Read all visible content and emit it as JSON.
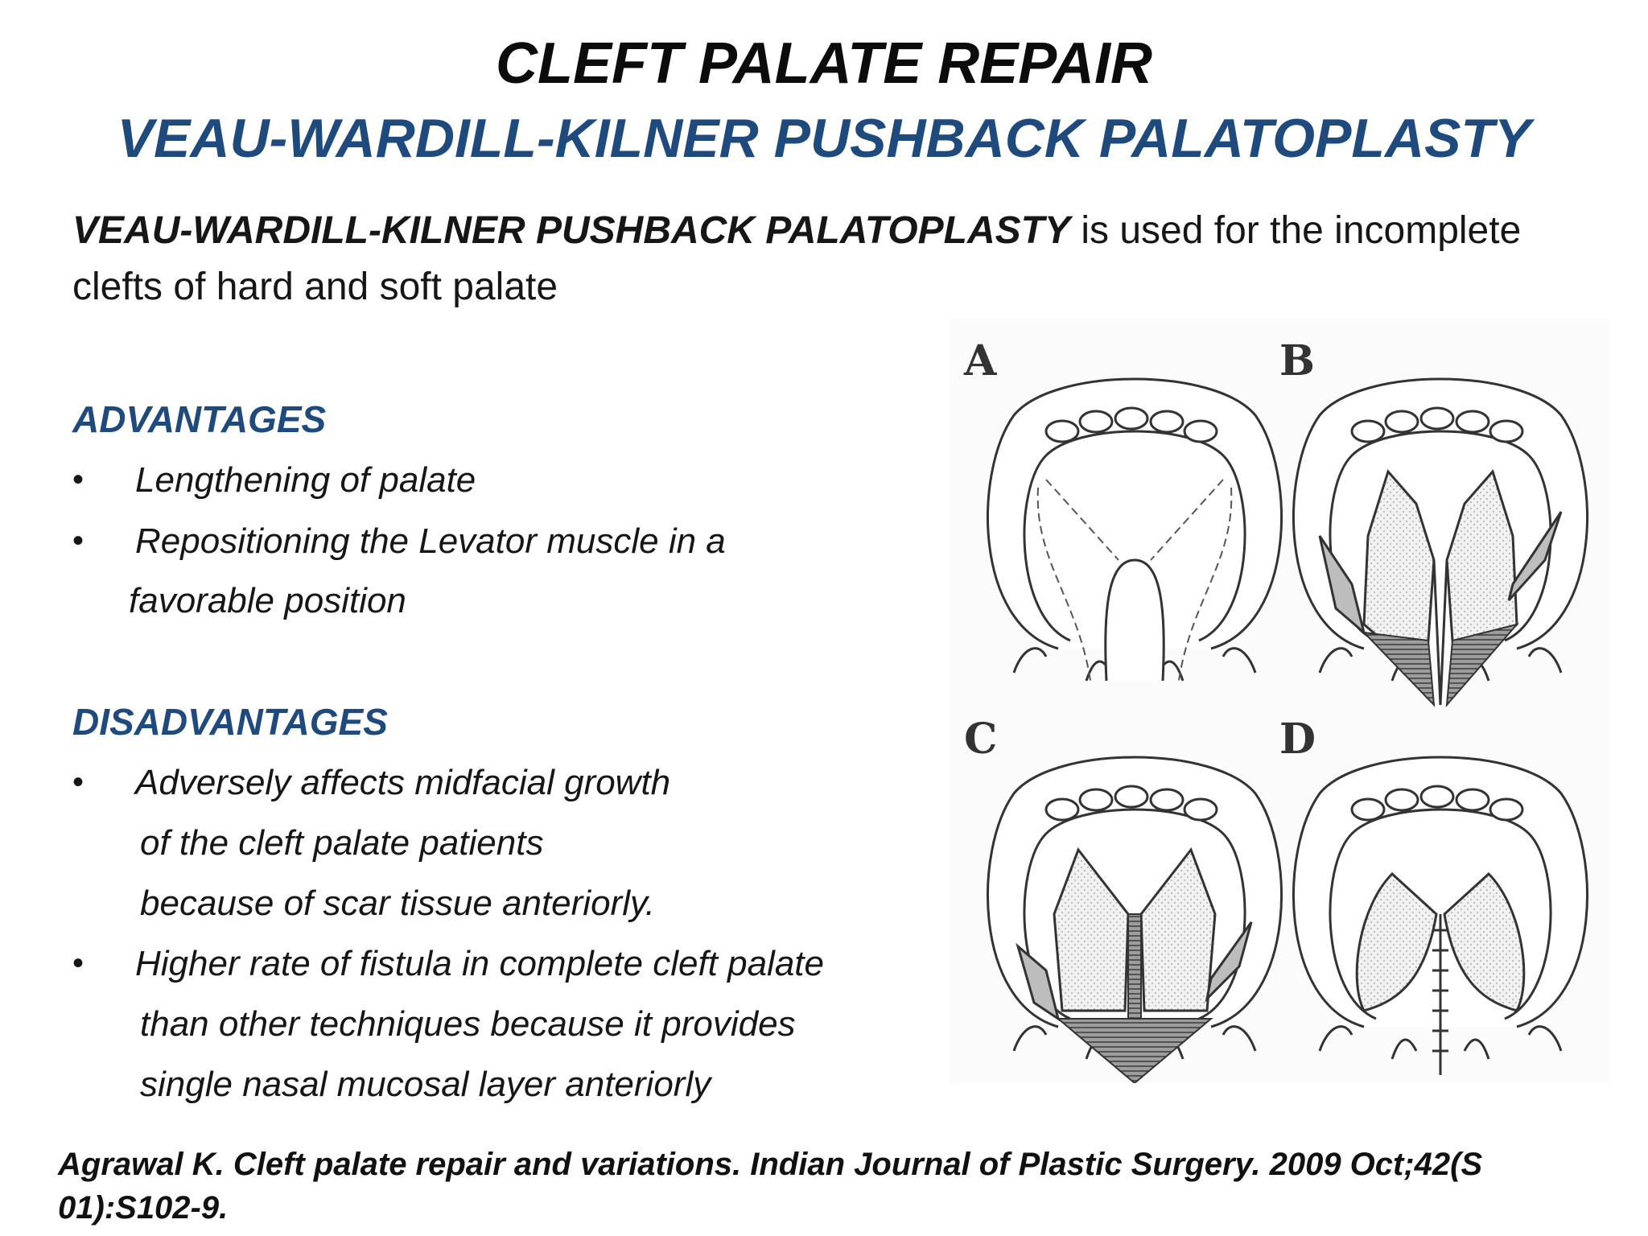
{
  "slide": {
    "title": "CLEFT PALATE REPAIR",
    "subtitle": "VEAU-WARDILL-KILNER PUSHBACK PALATOPLASTY",
    "intro": {
      "technique": "VEAU-WARDILL-KILNER PUSHBACK PALATOPLASTY",
      "text_line1": " is used for the incomplete",
      "text_line2": "clefts of hard and soft palate"
    },
    "advantages": {
      "heading": "ADVANTAGES",
      "items": [
        {
          "lines": [
            "Lengthening of palate"
          ]
        },
        {
          "lines": [
            "Repositioning the Levator muscle in a",
            "favorable position"
          ]
        }
      ]
    },
    "disadvantages": {
      "heading": "DISADVANTAGES",
      "items": [
        {
          "lines": [
            "Adversely affects midfacial growth",
            "of the cleft palate patients",
            "because of scar tissue anteriorly."
          ]
        },
        {
          "lines": [
            "Higher rate of fistula in complete cleft palate",
            "than other techniques because it provides",
            "single nasal mucosal layer anteriorly"
          ]
        }
      ]
    },
    "bullet_symbol": "•",
    "figure": {
      "panels": [
        "A",
        "B",
        "C",
        "D"
      ]
    },
    "citation": {
      "line1": "Agrawal K. Cleft palate repair and variations. Indian Journal of Plastic Surgery. 2009 Oct;42(S",
      "line2": "01):S102-9."
    }
  }
}
